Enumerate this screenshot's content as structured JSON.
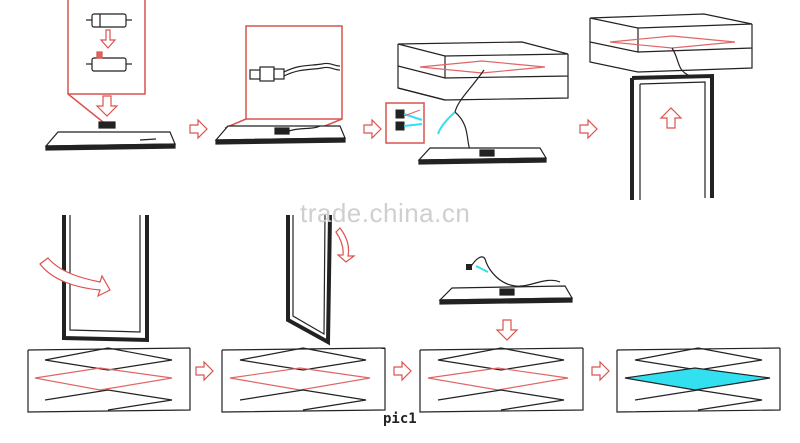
{
  "watermark": "trade.china.cn",
  "caption": "pic1",
  "colors": {
    "line": "#222222",
    "highlight": "#e06666",
    "installed_panel": "#33e0f0",
    "arrow": "#d9534f"
  },
  "steps": [
    {
      "id": 1,
      "scene": "driver-attached-to-panel-back"
    },
    {
      "id": 2,
      "scene": "panel-with-connector-cable"
    },
    {
      "id": 3,
      "scene": "wires-connected-to-ceiling-cable"
    },
    {
      "id": 4,
      "scene": "frame-raised-into-ceiling-opening"
    },
    {
      "id": 5,
      "scene": "frame-tilted-into-grid"
    },
    {
      "id": 6,
      "scene": "frame-rotated-into-place"
    },
    {
      "id": 7,
      "scene": "panel-lowered-into-frame"
    },
    {
      "id": 8,
      "scene": "panel-installed"
    }
  ]
}
